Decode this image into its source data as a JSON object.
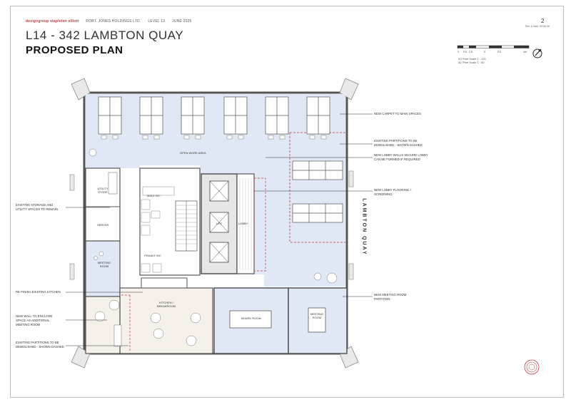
{
  "header": {
    "brand": "designgroup stapleton elliott",
    "client": "ROBT. JONES HOLDINGS LTD.",
    "level": "LEVEL 13",
    "date": "JUNE 2026"
  },
  "title": "L14 - 342 LAMBTON QUAY",
  "subtitle": "PROPOSED PLAN",
  "page_number": "2",
  "revision": "Rev. A   Date: 09.06.26",
  "scale": {
    "ticks": [
      "0",
      "0.5",
      "1.5",
      "3",
      "3.5",
      "4m"
    ],
    "a3": "A3 Print Scale  1 : 120",
    "a1": "A1 Print Scale  1 : 60"
  },
  "street_label": "LAMBTON QUAY",
  "rooms": {
    "open_work_area": "OPEN WORK AREA",
    "utility_store": "UTILITY STORE",
    "server": "SERVER",
    "meeting_room_small": "MEETING ROOM",
    "male_wc": "MALE WC",
    "female_wc": "FEMALE WC",
    "lift": "LIFT",
    "lobby": "LOBBY",
    "kitchen": "KITCHEN / BREAKROOM",
    "board_room": "BOARD ROOM",
    "meeting_room_right": "MEETING ROOM"
  },
  "notes": {
    "new_carpet": "NEW CARPET TO MAIN SPACES",
    "existing_partitions_top": [
      "EXISTING PARTITIONS TO BE",
      "DEMOLISHED - SHOWN DASHED"
    ],
    "new_lobby_walls": [
      "NEW LOBBY WALLS SECURE LOBBY",
      "CAN BE FORMED IF REQUIRED"
    ],
    "new_lobby_flooring": [
      "NEW LOBBY FLOORING +",
      "SCREENING"
    ],
    "existing_storage": [
      "EXISTING STORAGE AND",
      "UTILITY SPACES TO REMAIN"
    ],
    "refinish_kitchen": "RE-FINISH EXISTING KITCHEN",
    "new_wall": [
      "NEW WALL TO ENCLOSE",
      "SPACE AS ADDITIONAL",
      "MEETING ROOM"
    ],
    "existing_partitions_bottom": [
      "EXISTING PARTITIONS TO BE",
      "DEMOLISHED - SHOWN DASHED"
    ],
    "new_meeting_partition": [
      "NEW MEETING ROOM",
      "PARTITION"
    ]
  },
  "icons": [
    "north-arrow-icon",
    "logo-seal-icon"
  ],
  "colors": {
    "accent_red": "#c0393f",
    "space_blue": "#dfe8f4",
    "kitchen_tint": "#f5f0ea",
    "wall": "#555555"
  }
}
